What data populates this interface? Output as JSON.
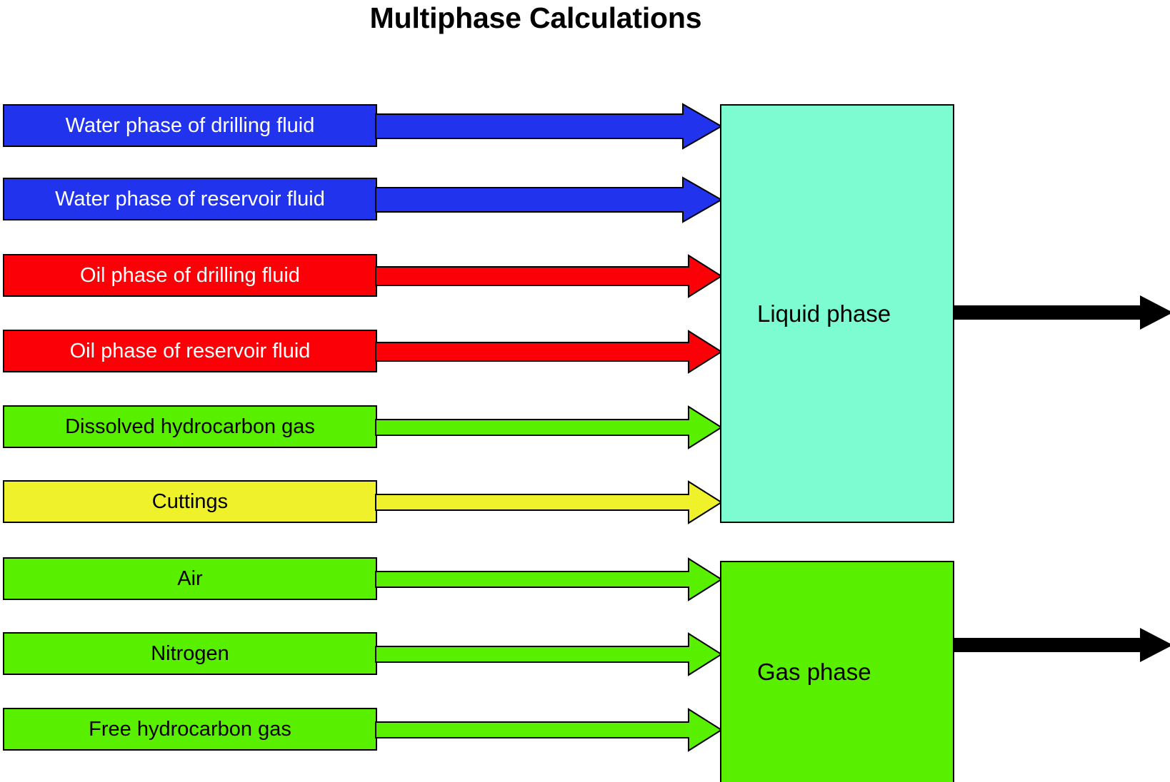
{
  "title": "Multiphase Calculations",
  "colors": {
    "blue": "#2233ee",
    "red": "#fb0006",
    "green": "#59f000",
    "yellow": "#eff22b",
    "liquid_phase_fill": "#7dfcd2",
    "gas_phase_fill": "#59f000",
    "outline": "#000000",
    "output_arrow": "#000000",
    "text_light": "#ffffff",
    "text_dark": "#000000",
    "background": "#ffffff"
  },
  "inputs": [
    {
      "label": "Water phase of drilling fluid",
      "color": "blue",
      "target": "Liquid phase"
    },
    {
      "label": "Water phase of reservoir fluid",
      "color": "blue",
      "target": "Liquid phase"
    },
    {
      "label": "Oil phase of drilling fluid",
      "color": "red",
      "target": "Liquid phase"
    },
    {
      "label": "Oil phase of reservoir fluid",
      "color": "red",
      "target": "Liquid phase"
    },
    {
      "label": "Dissolved hydrocarbon gas",
      "color": "green",
      "target": "Liquid phase"
    },
    {
      "label": "Cuttings",
      "color": "yellow",
      "target": "Liquid phase"
    },
    {
      "label": "Air",
      "color": "green",
      "target": "Gas phase"
    },
    {
      "label": "Nitrogen",
      "color": "green",
      "target": "Gas phase"
    },
    {
      "label": "Free hydrocarbon gas",
      "color": "green",
      "target": "Gas phase"
    }
  ],
  "phases": [
    {
      "label": "Liquid phase",
      "fill": "#7dfcd2",
      "has_output_arrow": true
    },
    {
      "label": "Gas phase",
      "fill": "#59f000",
      "has_output_arrow": true
    }
  ]
}
